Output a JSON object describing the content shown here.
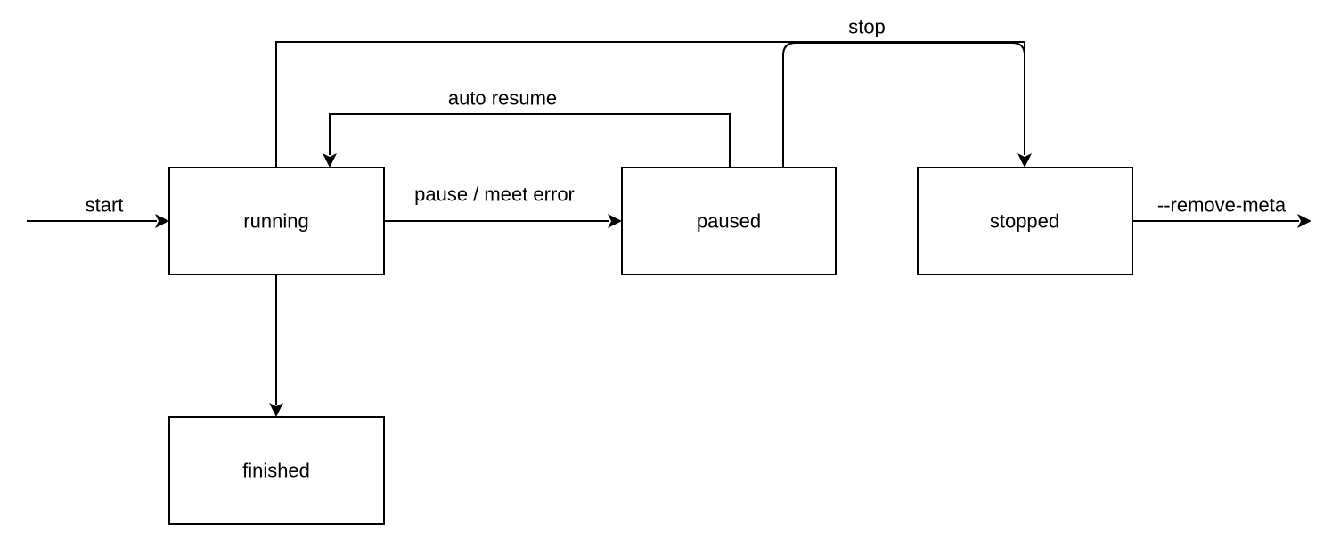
{
  "diagram": {
    "states": {
      "running": "running",
      "paused": "paused",
      "stopped": "stopped",
      "finished": "finished"
    },
    "transitions": {
      "start": "start",
      "pause_meet_error": "pause / meet error",
      "auto_resume": "auto resume",
      "stop": "stop",
      "remove_meta": "--remove-meta"
    }
  }
}
